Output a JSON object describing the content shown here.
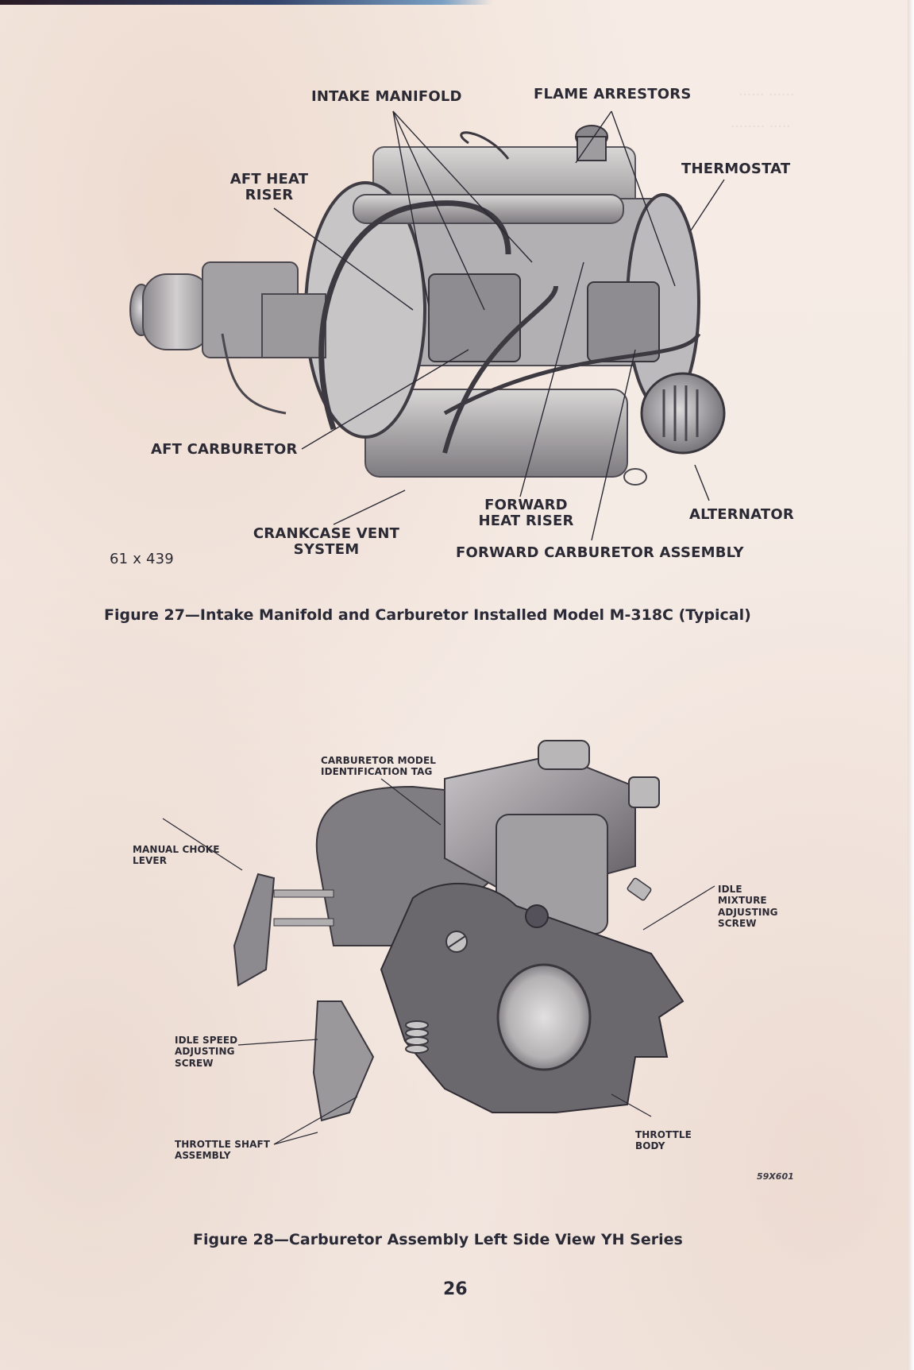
{
  "page": {
    "number": "26",
    "colors": {
      "paper": "#f5ebe5",
      "ink": "#2b2a34"
    }
  },
  "figure27": {
    "caption": "Figure 27—Intake Manifold and Carburetor Installed Model M-318C (Typical)",
    "photo_code": "61 x 439",
    "labels": {
      "intake_manifold": "INTAKE MANIFOLD",
      "flame_arrestors": "FLAME ARRESTORS",
      "thermostat": "THERMOSTAT",
      "aft_heat_riser_1": "AFT HEAT",
      "aft_heat_riser_2": "RISER",
      "aft_carburetor": "AFT CARBURETOR",
      "crankcase_vent_1": "CRANKCASE VENT",
      "crankcase_vent_2": "SYSTEM",
      "forward_heat_riser_1": "FORWARD",
      "forward_heat_riser_2": "HEAT RISER",
      "alternator": "ALTERNATOR",
      "forward_carburetor_assembly": "FORWARD CARBURETOR ASSEMBLY"
    }
  },
  "figure28": {
    "caption": "Figure 28—Carburetor Assembly Left Side View YH Series",
    "photo_code": "59X601",
    "labels": {
      "model_tag_1": "CARBURETOR MODEL",
      "model_tag_2": "IDENTIFICATION TAG",
      "choke_1": "MANUAL CHOKE",
      "choke_2": "LEVER",
      "idle_mixture_1": "IDLE",
      "idle_mixture_2": "MIXTURE",
      "idle_mixture_3": "ADJUSTING",
      "idle_mixture_4": "SCREW",
      "idle_speed_1": "IDLE SPEED",
      "idle_speed_2": "ADJUSTING",
      "idle_speed_3": "SCREW",
      "throttle_shaft_1": "THROTTLE SHAFT",
      "throttle_shaft_2": "ASSEMBLY",
      "throttle_body_1": "THROTTLE",
      "throttle_body_2": "BODY"
    }
  }
}
